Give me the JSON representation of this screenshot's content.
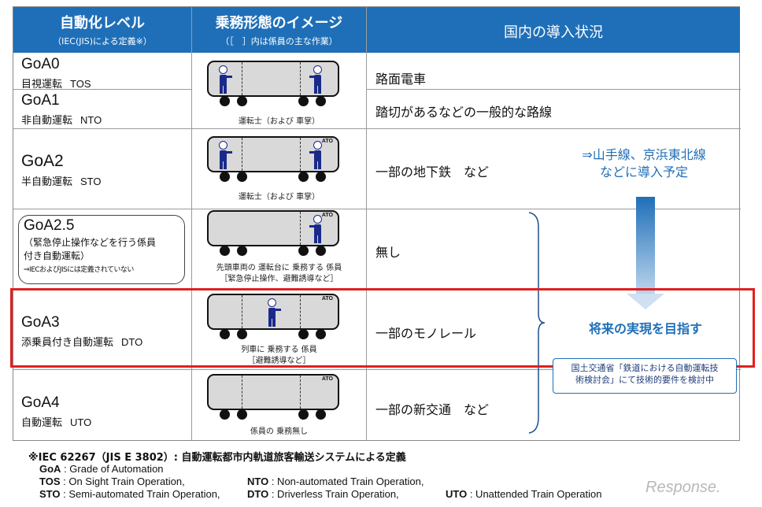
{
  "headers": {
    "col1_title": "自動化レベル",
    "col1_sub": "（IEC(JIS)による定義※）",
    "col2_title": "乗務形態のイメージ",
    "col2_sub": "（［　］内は係員の主な作業）",
    "col3_title": "国内の導入状況"
  },
  "rows": [
    {
      "code": "GoA0",
      "name": "目視運転",
      "abbr": "TOS",
      "status": "路面電車"
    },
    {
      "code": "GoA1",
      "name": "非自動運転",
      "abbr": "NTO",
      "status": "踏切があるなどの一般的な路線"
    },
    {
      "code": "GoA2",
      "name": "半自動運転",
      "abbr": "STO",
      "status": "一部の地下鉄　など"
    },
    {
      "code": "GoA2.5",
      "name": "（緊急停止操作などを行う係員",
      "name2": "付き自動運転）",
      "note": "⇒IECおよびJISには定義されていない",
      "status": "無し"
    },
    {
      "code": "GoA3",
      "name": "添乗員付き自動運転",
      "abbr": "DTO",
      "status": "一部のモノレール"
    },
    {
      "code": "GoA4",
      "name": "自動運転",
      "abbr": "UTO",
      "status": "一部の新交通　など"
    }
  ],
  "captions": {
    "goa01": "運転士（および 車掌）",
    "goa2": "運転士（および 車掌）",
    "goa25_1": "先頭車両の 運転台に 乗務する 係員",
    "goa25_2": "［緊急停止操作、避難誘導など］",
    "goa3_1": "列車に 乗務する 係員",
    "goa3_2": "［避難誘導など］",
    "goa4": "係員の 乗務無し"
  },
  "ato_label": "ATO",
  "side_notes": {
    "plan_line1": "⇒山手線、京浜東北線",
    "plan_line2": "などに導入予定",
    "future": "将来の実現を目指す",
    "mlit_line1": "国土交通省「鉄道における自動運転技",
    "mlit_line2": "術検討会」にて技術的要件を検討中"
  },
  "footnote": {
    "title": "※IEC 62267（JIS E 3802）: 自動運転都市内軌道旅客輸送システムによる定義",
    "goa_key": "GoA",
    "goa_val": " : Grade of Automation",
    "tos_key": "TOS",
    "tos_val": " : On Sight Train Operation,",
    "nto_key": "NTO",
    "nto_val": " : Non-automated Train Operation,",
    "sto_key": "STO",
    "sto_val": " : Semi-automated Train Operation,",
    "dto_key": "DTO",
    "dto_val": " : Driverless Train Operation,",
    "uto_key": "UTO",
    "uto_val": " : Unattended Train Operation"
  },
  "logo": "Response.",
  "colors": {
    "header_bg": "#1f6fb8",
    "highlight": "#e02020",
    "figure": "#1a2a8a"
  }
}
